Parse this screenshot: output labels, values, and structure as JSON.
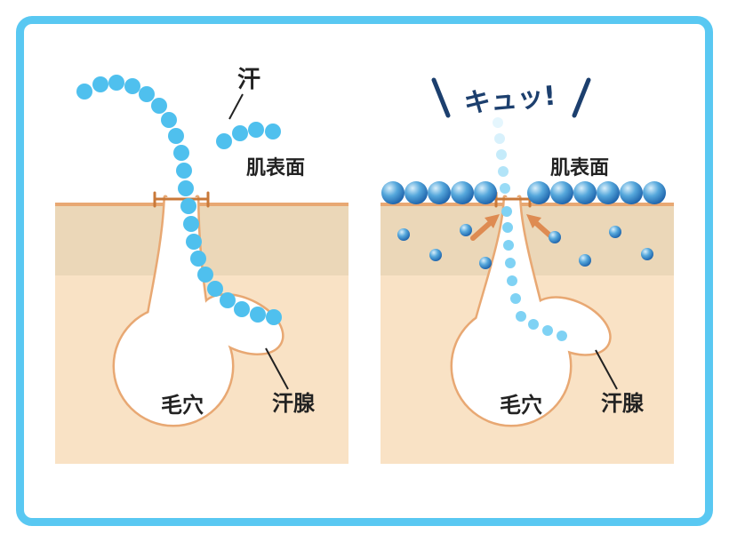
{
  "panels": {
    "before": {
      "sweat_label": "汗",
      "surface_label": "肌表面",
      "pore_label": "毛穴",
      "gland_label": "汗腺"
    },
    "after": {
      "squeeze_label": "キュッ!",
      "surface_label": "肌表面",
      "pore_label": "毛穴",
      "gland_label": "汗腺"
    }
  },
  "colors": {
    "frame_border": "#59c8f2",
    "sweat_droplet": "#4fc0ee",
    "pale_droplet": "#7fd2f4",
    "skin_upper_layer": "#ebd7b8",
    "skin_lower_layer": "#f9e2c5",
    "pore_outline": "#e8a873",
    "bracket_and_arrows": "#c97939",
    "water_ball_dark": "#1a5fa8",
    "squeeze_text": "#1c3f6e",
    "label_text": "#222222"
  }
}
